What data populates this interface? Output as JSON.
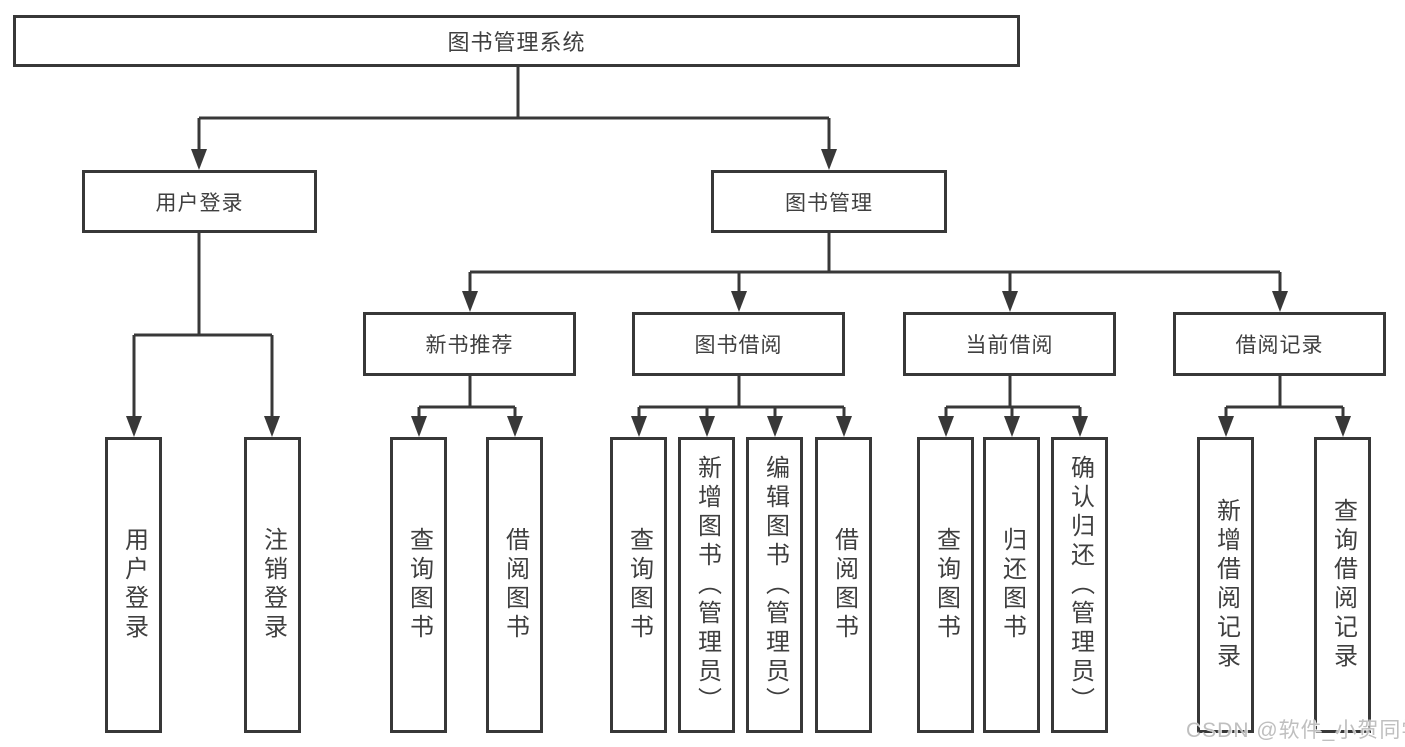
{
  "diagram": {
    "root": {
      "label": "图书管理系统"
    },
    "branches": [
      {
        "label": "用户登录",
        "children": [
          {
            "label": "用户登录"
          },
          {
            "label": "注销登录"
          }
        ]
      },
      {
        "label": "图书管理",
        "children": [
          {
            "label": "新书推荐",
            "children": [
              {
                "label": "查询图书"
              },
              {
                "label": "借阅图书"
              }
            ]
          },
          {
            "label": "图书借阅",
            "children": [
              {
                "label": "查询图书"
              },
              {
                "label": "新增图书（管理员）"
              },
              {
                "label": "编辑图书（管理员）"
              },
              {
                "label": "借阅图书"
              }
            ]
          },
          {
            "label": "当前借阅",
            "children": [
              {
                "label": "查询图书"
              },
              {
                "label": "归还图书"
              },
              {
                "label": "确认归还（管理员）"
              }
            ]
          },
          {
            "label": "借阅记录",
            "children": [
              {
                "label": "新增借阅记录"
              },
              {
                "label": "查询借阅记录"
              }
            ]
          }
        ]
      }
    ],
    "watermark": "CSDN @软件_小贺同学",
    "colors": {
      "line": "#383838",
      "text": "#3f3f3f",
      "background": "#ffffff",
      "watermark": "#bfbfbf"
    }
  }
}
